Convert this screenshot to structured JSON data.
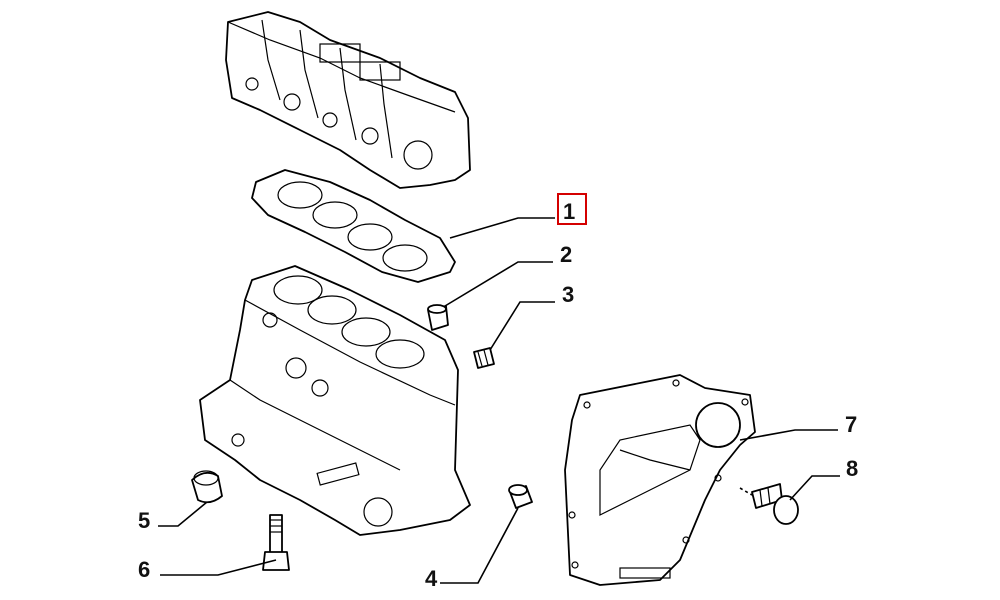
{
  "colors": {
    "highlight": "#d40000",
    "line": "#000000"
  },
  "callouts": {
    "c1": "1",
    "c2": "2",
    "c3": "3",
    "c4": "4",
    "c5": "5",
    "c6": "6",
    "c7": "7",
    "c8": "8"
  },
  "selected_callout": "1"
}
